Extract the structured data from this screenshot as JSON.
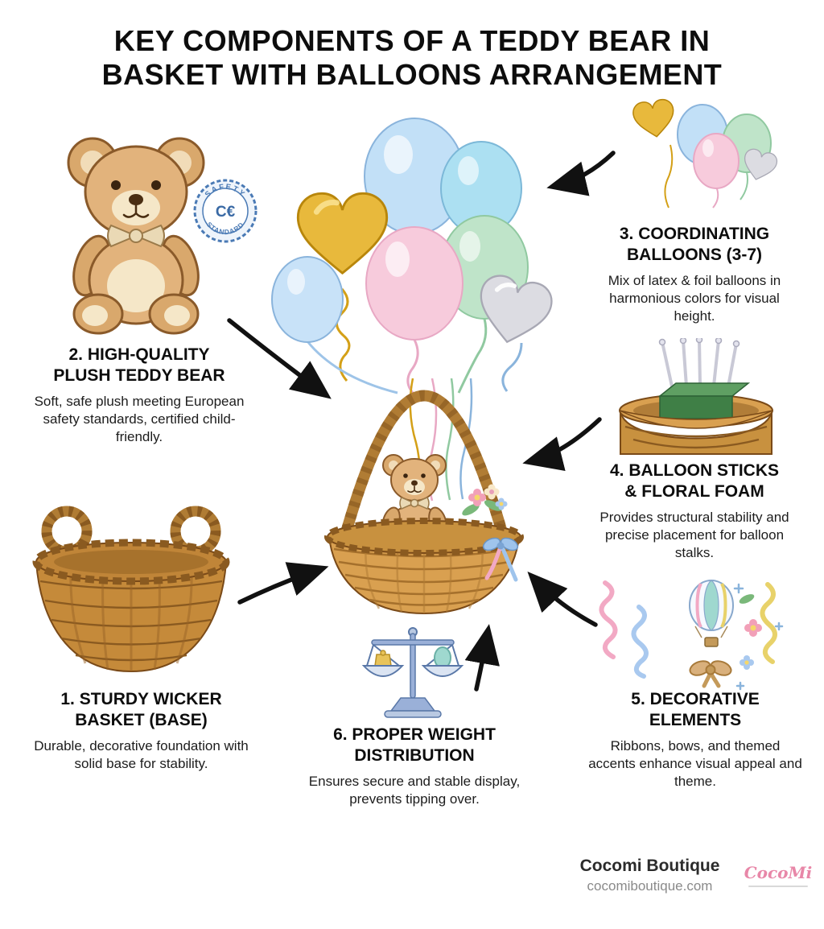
{
  "title": "KEY COMPONENTS OF A TEDDY BEAR IN\nBASKET WITH BALLOONS ARRANGEMENT",
  "badge": {
    "arc_top": "SAFETY",
    "arc_bottom": "STANDARD",
    "center": "C€"
  },
  "components": [
    {
      "heading": "1. STURDY WICKER\nBASKET (BASE)",
      "description": "Durable, decorative foundation with solid base for stability."
    },
    {
      "heading": "2. HIGH-QUALITY\nPLUSH TEDDY BEAR",
      "description": "Soft, safe plush meeting European safety standards, certified child-friendly."
    },
    {
      "heading": "3. COORDINATING\nBALLOONS (3-7)",
      "description": "Mix of latex & foil balloons in harmonious colors for visual height."
    },
    {
      "heading": "4. BALLOON STICKS\n& FLORAL FOAM",
      "description": "Provides structural stability and precise placement for balloon stalks."
    },
    {
      "heading": "5. DECORATIVE\nELEMENTS",
      "description": "Ribbons, bows, and themed accents enhance visual appeal and theme."
    },
    {
      "heading": "6. PROPER WEIGHT\nDISTRIBUTION",
      "description": "Ensures secure and stable display, prevents tipping over."
    }
  ],
  "footer": {
    "brand": "Cocomi Boutique",
    "website": "cocomiboutique.com",
    "logo_text": "CocoMi"
  },
  "colors": {
    "gold_foil": "#e8b93c",
    "pastel_pink": "#f7cbdc",
    "pastel_blue": "#c2e0f7",
    "pastel_green": "#bfe4c9",
    "silver_foil": "#dcdce2",
    "basket_brown": "#c8913f",
    "arrow_black": "#111111"
  }
}
